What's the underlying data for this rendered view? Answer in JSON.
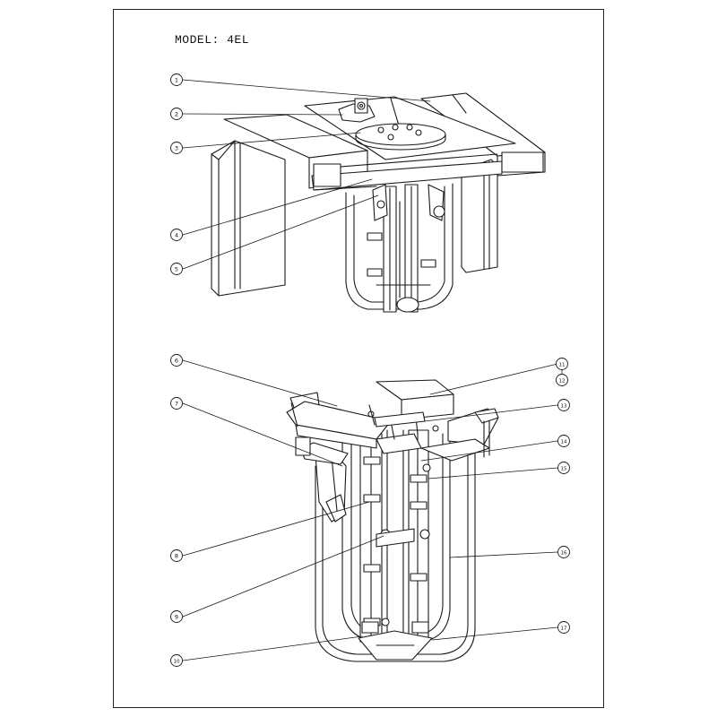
{
  "title": "MODEL: 4EL",
  "callouts_top": [
    "1",
    "2",
    "3",
    "4",
    "5"
  ],
  "callouts_bottom_left": [
    "6",
    "7",
    "8",
    "9",
    "10"
  ],
  "callouts_bottom_right": [
    "11",
    "12",
    "13",
    "14",
    "15",
    "16",
    "17"
  ],
  "colors": {
    "line": "#1a1a1a",
    "paper": "#ffffff"
  }
}
